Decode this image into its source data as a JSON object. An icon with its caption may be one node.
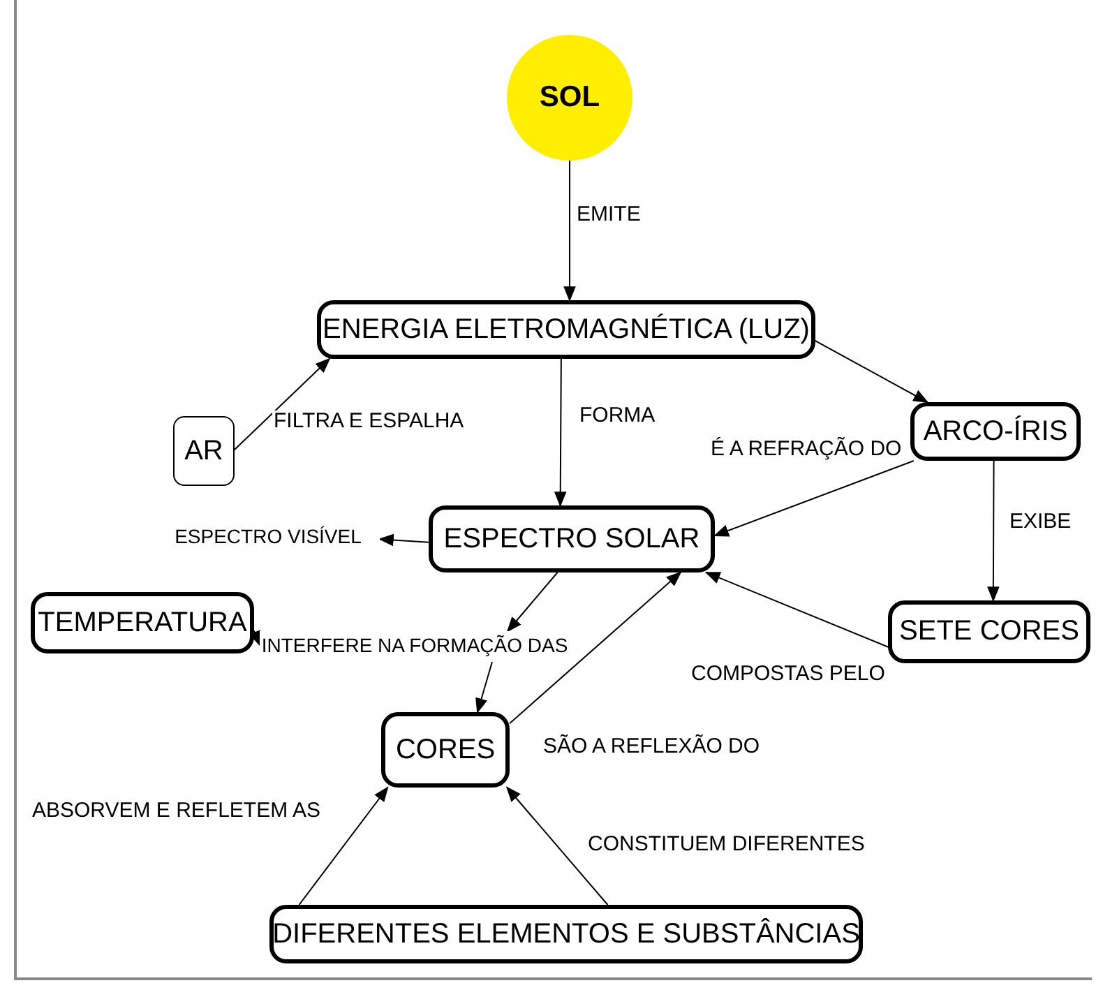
{
  "diagram": {
    "nodes": [
      {
        "text": [
          "SOL"
        ]
      },
      {
        "text": [
          "ENERGIA ELETROMAGNÉTICA (LUZ)"
        ]
      },
      {
        "text": [
          "AR"
        ]
      },
      {
        "text": [
          "ARCO-ÍRIS"
        ]
      },
      {
        "text": [
          "ESPECTRO SOLAR"
        ]
      },
      {
        "text": [
          "ESPECTRO VISÍVEL"
        ]
      },
      {
        "text": [
          "TEMPERATURA"
        ]
      },
      {
        "text": [
          "INTERFERE NA FORMAÇÃO DAS"
        ]
      },
      {
        "text": [
          "SETE CORES"
        ]
      },
      {
        "text": [
          "CORES"
        ]
      },
      {
        "text": [
          "DIFERENTES ELEMENTOS E SUBSTÂNCIAS"
        ]
      }
    ],
    "edges": [
      {
        "from": 0,
        "to": 1,
        "arrow": "to",
        "label": "EMITE"
      },
      {
        "from": 2,
        "to": 1,
        "arrow": "to",
        "label": "FILTRA E ESPALHA"
      },
      {
        "from": 1,
        "to": 3,
        "arrow": "to"
      },
      {
        "from": 1,
        "to": 4,
        "arrow": "to",
        "label": "FORMA"
      },
      {
        "from": 3,
        "to": 4,
        "arrow": "to",
        "label": "É A REFRAÇÃO DO"
      },
      {
        "from": 3,
        "to": 8,
        "arrow": "to",
        "label": "EXIBE"
      },
      {
        "from": 4,
        "to": 5,
        "arrow": "to"
      },
      {
        "from": 8,
        "to": 4,
        "arrow": "to",
        "label": "COMPOSTAS PELO"
      },
      {
        "from": 4,
        "to": 7,
        "arrow": "to"
      },
      {
        "from": 6,
        "to": 7,
        "arrow": "to"
      },
      {
        "from": 7,
        "to": 9,
        "arrow": "to"
      },
      {
        "from": 9,
        "to": 4,
        "arrow": "to",
        "label": "SÃO A REFLEXÃO DO"
      },
      {
        "from": 10,
        "to": 9,
        "arrow": "to",
        "label": "ABSORVEM E REFLETEM AS"
      },
      {
        "from": 10,
        "to": 9,
        "arrow": "to",
        "label": "CONSTITUEM DIFERENTES"
      }
    ]
  }
}
